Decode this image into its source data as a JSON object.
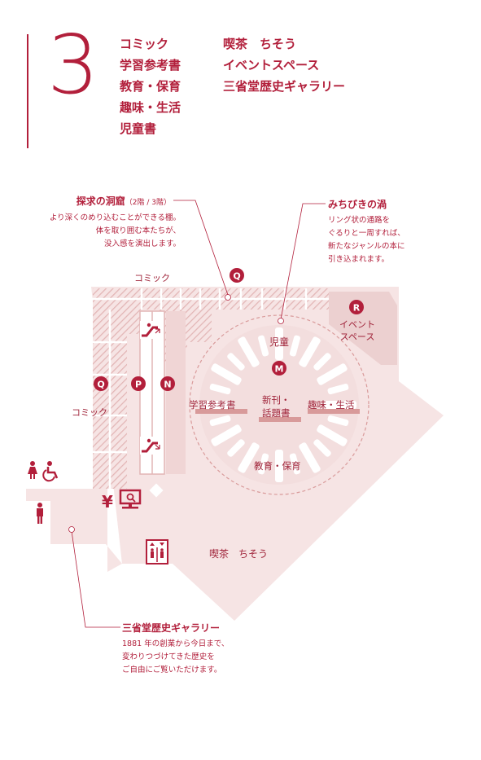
{
  "floor": {
    "number": "3",
    "categories_left": [
      "コミック",
      "学習参考書",
      "教育・保育",
      "趣味・生活",
      "児童書"
    ],
    "categories_right": [
      "喫茶　ちそう",
      "イベントスペース",
      "三省堂歴史ギャラリー"
    ]
  },
  "callouts": {
    "cave": {
      "title": "探求の洞窟",
      "note": "（2階 / 3階）",
      "desc": [
        "より深くのめり込むことができる棚。",
        "体を取り囲む本たちが、",
        "没入感を演出します。"
      ]
    },
    "vortex": {
      "title": "みちびきの渦",
      "desc": [
        "リング状の通路を",
        "ぐるりと一周すれば、",
        "新たなジャンルの本に",
        "引き込まれます。"
      ]
    },
    "gallery": {
      "title": "三省堂歴史ギャラリー",
      "desc": [
        "1881 年の創業から今日まで、",
        "変わりつづけてきた歴史を",
        "ご自由にご覧いただけます。"
      ]
    }
  },
  "map_labels": {
    "comic_top": "コミック",
    "comic_left": "コミック",
    "children": "児童",
    "event": [
      "イベント",
      "スペース"
    ],
    "study": "学習参考書",
    "new_books": [
      "新刊・",
      "話題書"
    ],
    "hobby": "趣味・生活",
    "education": "教育・保育",
    "cafe": "喫茶　ちそう"
  },
  "markers": {
    "q_top": "Q",
    "r": "R",
    "m": "M",
    "q_left": "Q",
    "p": "P",
    "n": "N"
  },
  "icons": {
    "yen": "¥"
  },
  "colors": {
    "accent": "#b21f3b",
    "floor_fill": "#f6e4e4",
    "floor_dark": "#e9c9c9",
    "stripe": "#e4b8b8"
  }
}
